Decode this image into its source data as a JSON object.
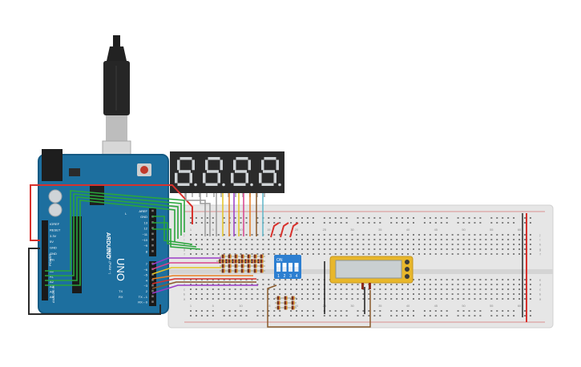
{
  "arduino": {
    "brand": "ARDUINO",
    "model": "UNO",
    "power_header": [
      "IOREF",
      "RESET",
      "3.3V",
      "5V",
      "GND",
      "GND",
      "Vin"
    ],
    "power_title": "POWER",
    "analog_header": [
      "A0",
      "A1",
      "A2",
      "A3",
      "A4",
      "A5"
    ],
    "analog_title": "ANALOG IN",
    "top_header": [
      "AREF",
      "GND",
      "13",
      "12",
      "~11",
      "~10",
      "~9",
      "8"
    ],
    "bottom_header": [
      "7",
      "~6",
      "~5",
      "4",
      "~3",
      "2",
      "TX→1",
      "RX←0"
    ],
    "digital_title": "DIGITAL (PWM ~)",
    "tx_label": "TX",
    "rx_label": "RX",
    "l_label": "L"
  },
  "display": {
    "digits": 4
  },
  "dip_switch": {
    "on_label": "ON",
    "positions": [
      "1",
      "2",
      "3",
      "4"
    ]
  },
  "breadboard": {
    "col_numbers": [
      "1",
      "5",
      "10",
      "15",
      "20",
      "25",
      "30",
      "35",
      "40",
      "45",
      "50",
      "55",
      "60"
    ],
    "row_letters_top": [
      "j",
      "i",
      "h",
      "g",
      "f"
    ],
    "row_letters_bottom": [
      "e",
      "d",
      "c",
      "b",
      "a"
    ]
  },
  "colors": {
    "arduino": "#1d6f9f",
    "arduino_dark": "#155a83",
    "breadboard": "#e6e6e6",
    "display_body": "#2b2b2b",
    "segment": "#cfd3d6",
    "dip_blue": "#2d7fd1",
    "lcd_frame": "#e8b72b",
    "lcd_screen": "#c9cfd1",
    "wire_red": "#d8312c",
    "wire_black": "#2a2a2a",
    "wire_green": "#2aa63c",
    "wire_gray": "#9a9a9a",
    "wire_brown": "#8a5a2b",
    "wire_purple": "#9b3bc6",
    "wire_orange": "#e77d22",
    "wire_yellow": "#e4c322",
    "wire_pink": "#d9428c",
    "wire_cyan": "#5fb6c8"
  }
}
